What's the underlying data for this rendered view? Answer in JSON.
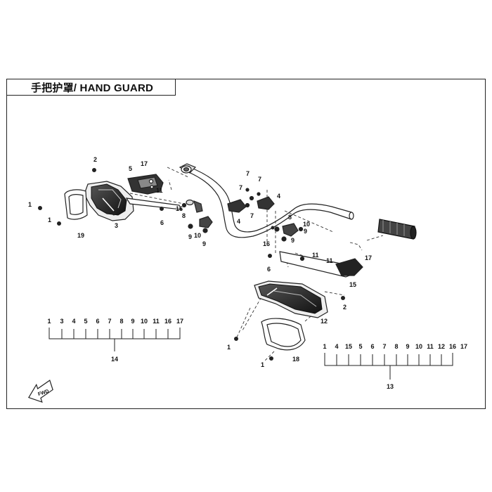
{
  "title": "手把护罩/ HAND GUARD",
  "callouts": [
    {
      "id": "c-2a",
      "text": "2"
    },
    {
      "id": "c-17a",
      "text": "17"
    },
    {
      "id": "c-5a",
      "text": "5"
    },
    {
      "id": "c-11a",
      "text": "11"
    },
    {
      "id": "c-1a",
      "text": "1"
    },
    {
      "id": "c-1b",
      "text": "1"
    },
    {
      "id": "c-3",
      "text": "3"
    },
    {
      "id": "c-19",
      "text": "19"
    },
    {
      "id": "c-6a",
      "text": "6"
    },
    {
      "id": "c-8a",
      "text": "8"
    },
    {
      "id": "c-16a",
      "text": "16"
    },
    {
      "id": "c-10a",
      "text": "10"
    },
    {
      "id": "c-9a",
      "text": "9"
    },
    {
      "id": "c-9b",
      "text": "9"
    },
    {
      "id": "c-7a",
      "text": "7"
    },
    {
      "id": "c-7b",
      "text": "7"
    },
    {
      "id": "c-7c",
      "text": "7"
    },
    {
      "id": "c-7d",
      "text": "7"
    },
    {
      "id": "c-4a",
      "text": "4"
    },
    {
      "id": "c-4b",
      "text": "4"
    },
    {
      "id": "c-8b",
      "text": "8"
    },
    {
      "id": "c-10b",
      "text": "10"
    },
    {
      "id": "c-9c",
      "text": "9"
    },
    {
      "id": "c-9d",
      "text": "9"
    },
    {
      "id": "c-16b",
      "text": "16"
    },
    {
      "id": "c-11b",
      "text": "11"
    },
    {
      "id": "c-6b",
      "text": "6"
    },
    {
      "id": "c-11c",
      "text": "11"
    },
    {
      "id": "c-17b",
      "text": "17"
    },
    {
      "id": "c-15",
      "text": "15"
    },
    {
      "id": "c-2b",
      "text": "2"
    },
    {
      "id": "c-12",
      "text": "12"
    },
    {
      "id": "c-1c",
      "text": "1"
    },
    {
      "id": "c-1d",
      "text": "1"
    },
    {
      "id": "c-18",
      "text": "18"
    }
  ],
  "kit_left": {
    "items": [
      "1",
      "3",
      "4",
      "5",
      "6",
      "7",
      "8",
      "9",
      "10",
      "11",
      "16",
      "17"
    ],
    "label": "14"
  },
  "kit_right": {
    "items": [
      "1",
      "4",
      "15",
      "5",
      "6",
      "7",
      "8",
      "9",
      "10",
      "11",
      "12",
      "16",
      "17"
    ],
    "label": "13"
  },
  "fwd_label": "FWD"
}
